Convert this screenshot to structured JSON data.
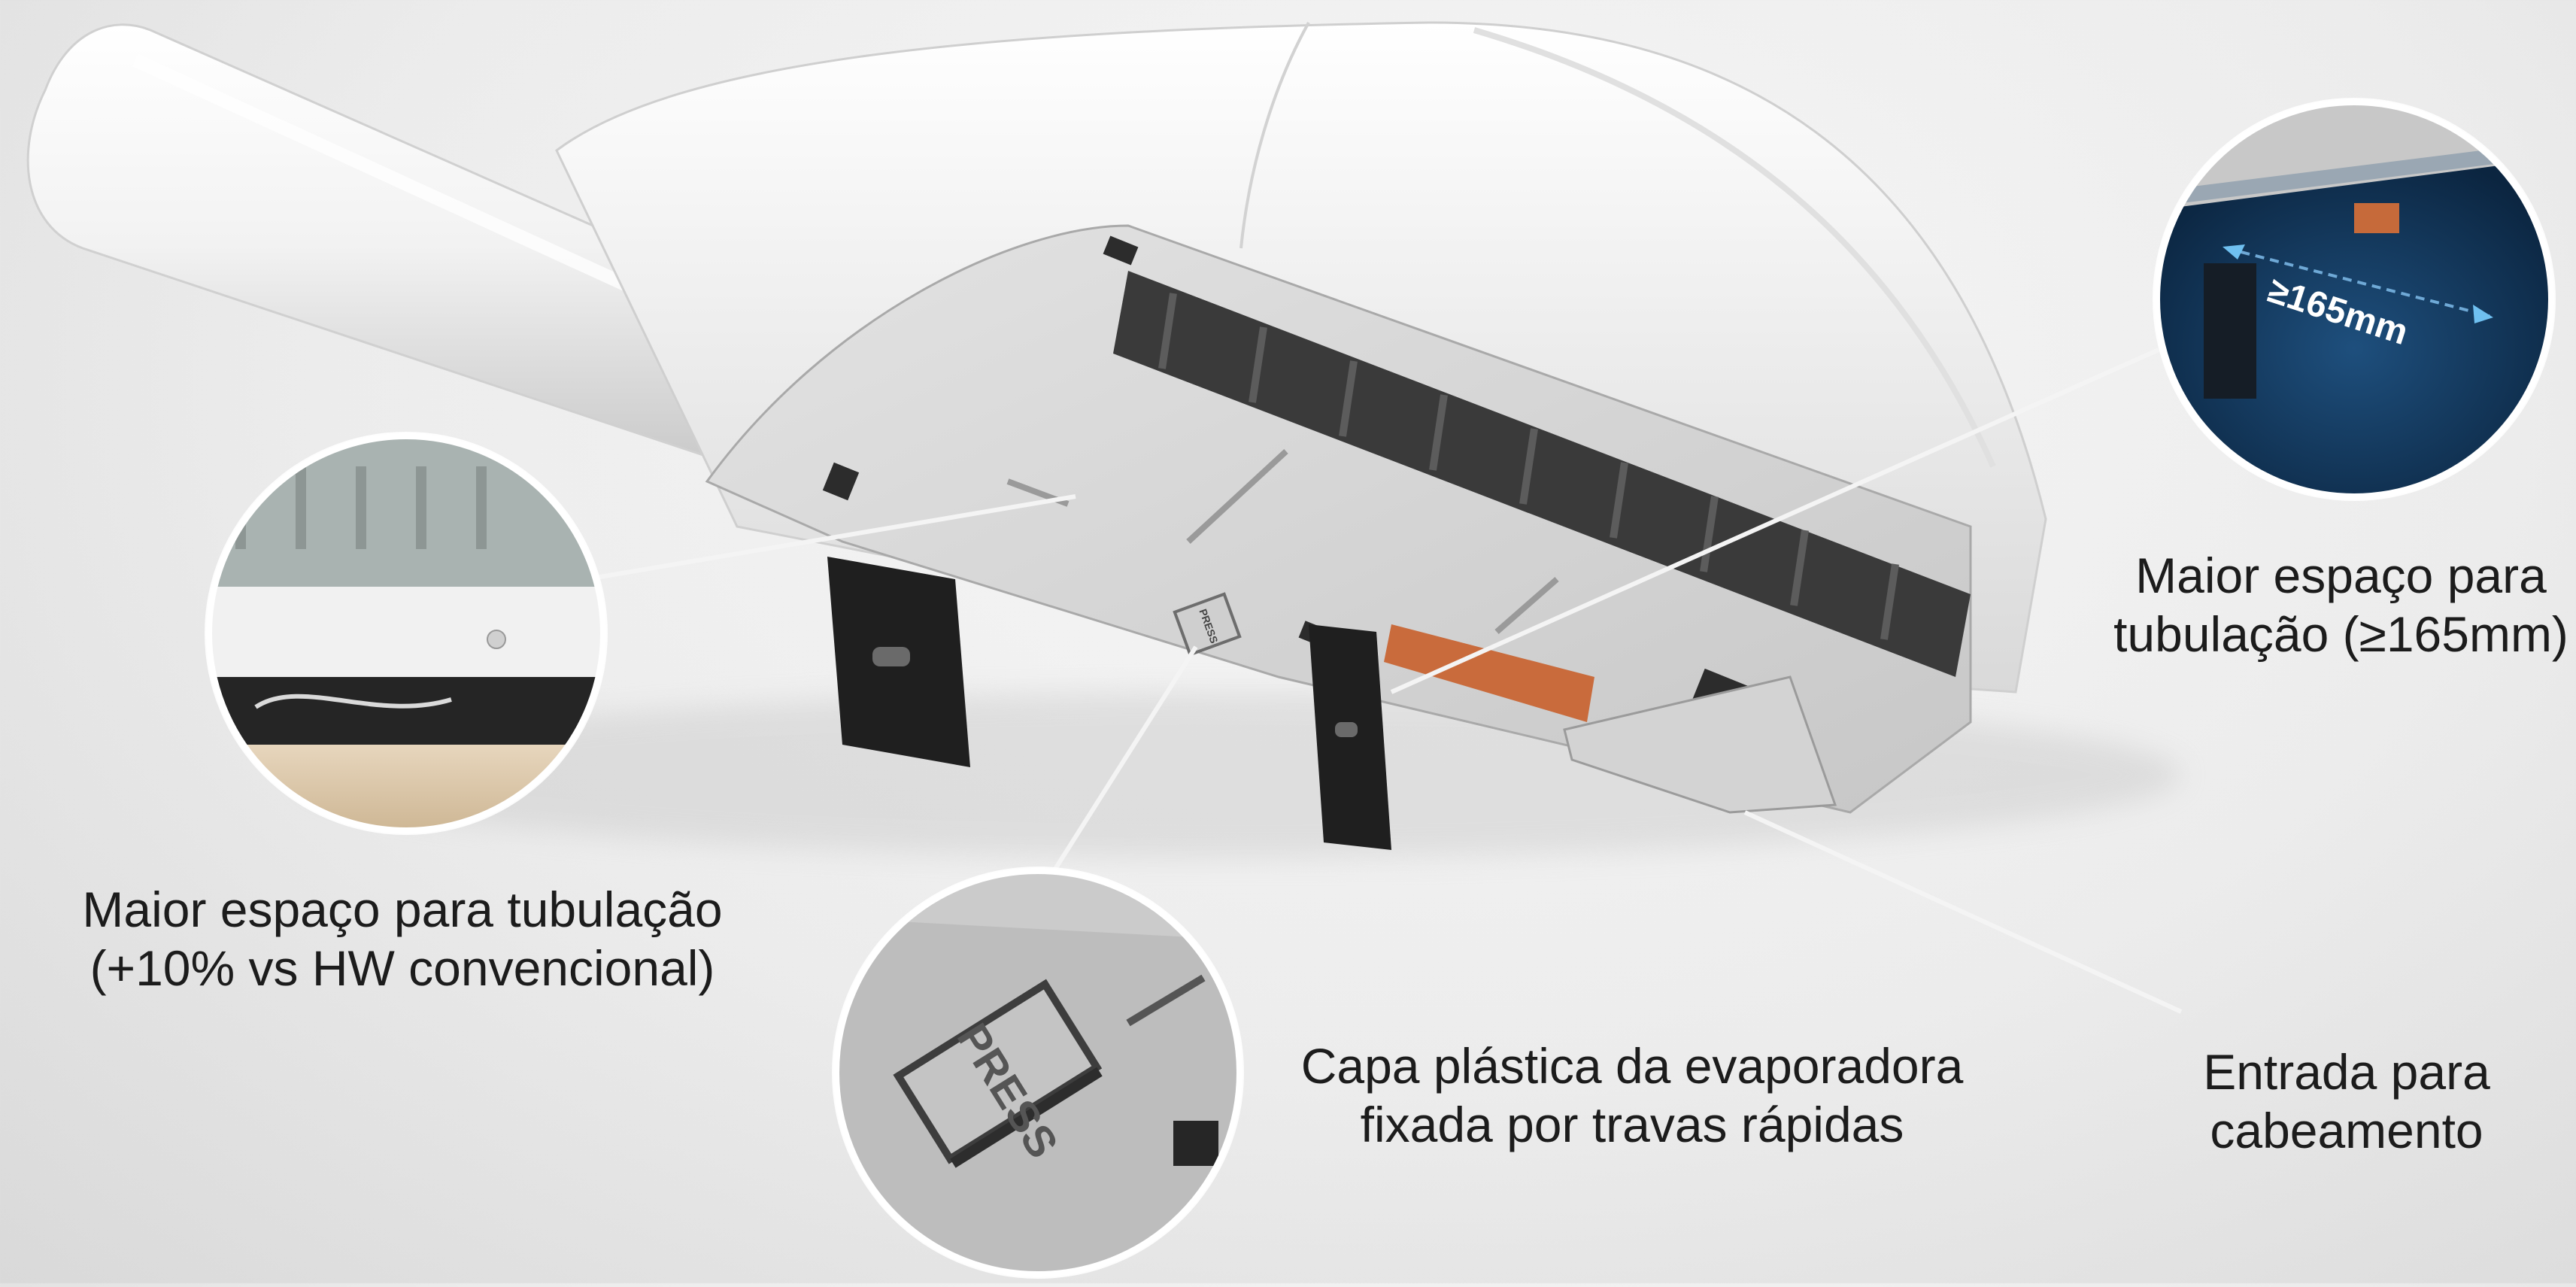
{
  "captions": {
    "pipe_conventional": {
      "line1": "Maior espaço para tubulação",
      "line2": "(+10% vs HW convencional)"
    },
    "pipe_165": {
      "line1": "Maior espaço para",
      "line2": "tubulação (≥165mm)"
    },
    "cover": {
      "line1": "Capa plástica da evaporadora",
      "line2": "fixada por travas rápidas"
    },
    "cabling": {
      "line1": "Entrada para",
      "line2": "cabeamento"
    }
  },
  "badges": {
    "clearance": "≥165mm",
    "press_small": "PRESS",
    "press_large": "PRESS"
  }
}
